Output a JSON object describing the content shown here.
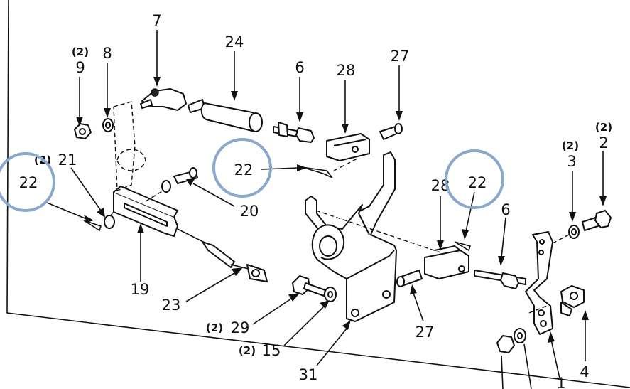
{
  "callouts": [
    {
      "id": "c7",
      "num": "7",
      "qty": ""
    },
    {
      "id": "c24",
      "num": "24",
      "qty": ""
    },
    {
      "id": "c6a",
      "num": "6",
      "qty": ""
    },
    {
      "id": "c28a",
      "num": "28",
      "qty": ""
    },
    {
      "id": "c27a",
      "num": "27",
      "qty": ""
    },
    {
      "id": "c9",
      "num": "9",
      "qty": "(2)"
    },
    {
      "id": "c8",
      "num": "8",
      "qty": ""
    },
    {
      "id": "c21",
      "num": "21",
      "qty": "(2)"
    },
    {
      "id": "c22a",
      "num": "22",
      "qty": ""
    },
    {
      "id": "c22b",
      "num": "22",
      "qty": ""
    },
    {
      "id": "c20",
      "num": "20",
      "qty": ""
    },
    {
      "id": "c19",
      "num": "19",
      "qty": ""
    },
    {
      "id": "c23",
      "num": "23",
      "qty": ""
    },
    {
      "id": "c29",
      "num": "29",
      "qty": "(2)"
    },
    {
      "id": "c15",
      "num": "15",
      "qty": "(2)"
    },
    {
      "id": "c31",
      "num": "31",
      "qty": ""
    },
    {
      "id": "c27b",
      "num": "27",
      "qty": ""
    },
    {
      "id": "c28b",
      "num": "28",
      "qty": ""
    },
    {
      "id": "c22c",
      "num": "22",
      "qty": ""
    },
    {
      "id": "c6b",
      "num": "6",
      "qty": ""
    },
    {
      "id": "c3",
      "num": "3",
      "qty": "(2)"
    },
    {
      "id": "c2",
      "num": "2",
      "qty": "(2)"
    },
    {
      "id": "c4",
      "num": "4",
      "qty": ""
    },
    {
      "id": "c1",
      "num": "1",
      "qty": ""
    }
  ],
  "highlight_color": "#8aa8cc"
}
